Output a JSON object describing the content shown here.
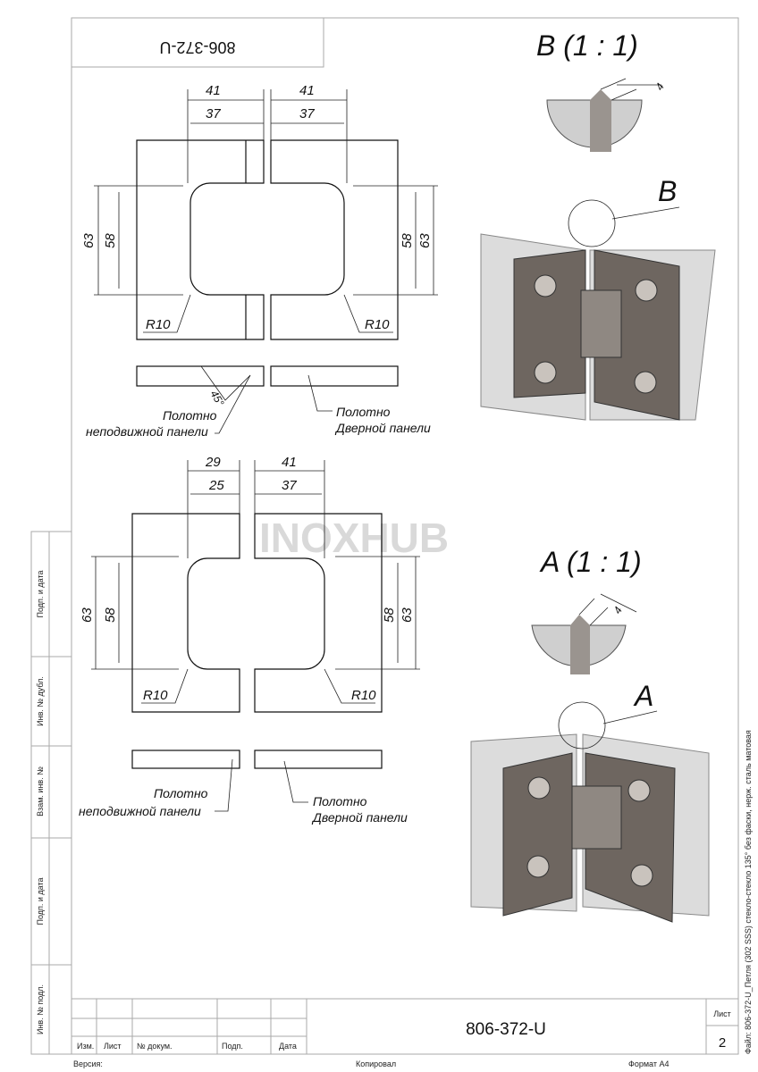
{
  "header": {
    "code_rotated": "806-372-U"
  },
  "watermark": "INOXHUB",
  "top_view": {
    "dims": {
      "left_outer": "41",
      "left_inner": "37",
      "right_outer": "41",
      "right_inner": "37",
      "left_h_outer": "63",
      "left_h_inner": "58",
      "right_h_inner": "58",
      "right_h_outer": "63",
      "left_radius": "R10",
      "right_radius": "R10",
      "angle": "45°"
    },
    "labels": {
      "fixed_1": "Полотно",
      "fixed_2": "неподвижной панели",
      "door_1": "Полотно",
      "door_2": "Дверной панели"
    }
  },
  "bottom_view": {
    "dims": {
      "left_outer": "29",
      "left_inner": "25",
      "right_outer": "41",
      "right_inner": "37",
      "left_h_outer": "63",
      "left_h_inner": "58",
      "right_h_inner": "58",
      "right_h_outer": "63",
      "left_radius": "R10",
      "right_radius": "R10"
    },
    "labels": {
      "fixed_1": "Полотно",
      "fixed_2": "неподвижной панели",
      "door_1": "Полотно",
      "door_2": "Дверной панели"
    }
  },
  "detail_b": {
    "title": "B (1 : 1)",
    "marker": "B",
    "gap": "4"
  },
  "detail_a": {
    "title": "A (1 : 1)",
    "marker": "A",
    "gap": "4"
  },
  "stamps": [
    "Подп. и дата",
    "Инв. № дубл.",
    "Взам. инв. №",
    "Подп. и дата",
    "Инв. № подл."
  ],
  "title_block": {
    "cols": [
      "Изм.",
      "Лист",
      "№ докум.",
      "Подп.",
      "Дата"
    ],
    "designation": "806-372-U",
    "sheet_label": "Лист",
    "sheet_number": "2"
  },
  "footer": {
    "version": "Версия:",
    "copied": "Копировал",
    "format": "Формат A4"
  },
  "side_note": "Файл: 806-372-U_Петля (302 SSS) стекло-стекло 135° без фаски, нерж. сталь матовая",
  "colors": {
    "line": "#111111",
    "frame": "#aaaaaa",
    "metal": "#6e6660",
    "glass": "#d8d8d8"
  }
}
